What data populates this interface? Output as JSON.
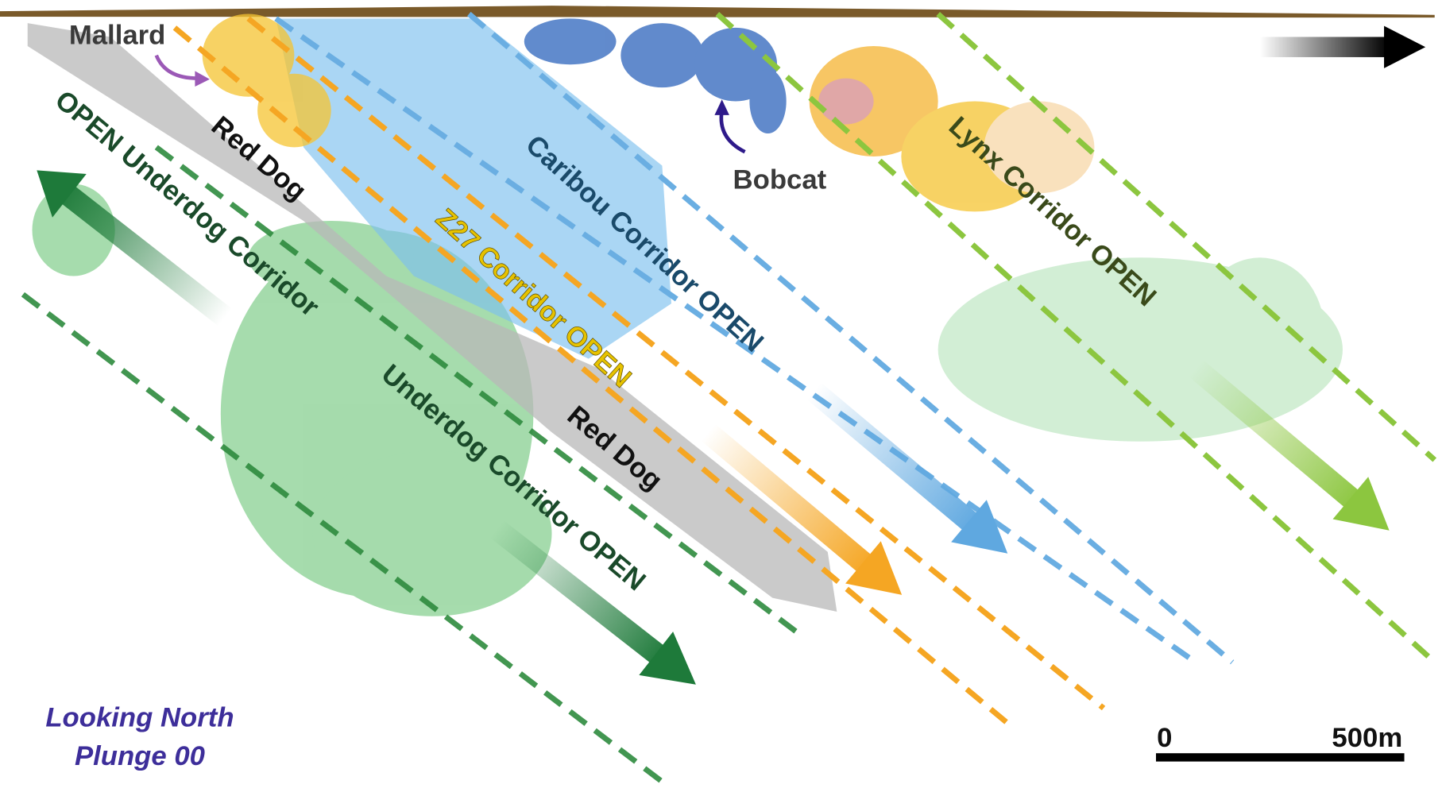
{
  "labels": {
    "mallard": "Mallard",
    "bobcat": "Bobcat",
    "red_dog_upper": "Red Dog",
    "red_dog_lower": "Red Dog",
    "open_underdog": "OPEN Underdog  Corridor",
    "underdog_open": "Underdog  Corridor OPEN",
    "z27": "Z27  Corridor OPEN",
    "caribou": "Caribou Corridor OPEN",
    "lynx": "Lynx Corridor OPEN"
  },
  "view": {
    "line1": "Looking North",
    "line2": "Plunge 00"
  },
  "scale_bar": {
    "start": "0",
    "end": "500m"
  },
  "colors": {
    "underdog": "#1e7a3a",
    "z27": "#f5a623",
    "caribou": "#5fa8e0",
    "lynx": "#8cc63f",
    "view_text": "#3d2e9a"
  }
}
